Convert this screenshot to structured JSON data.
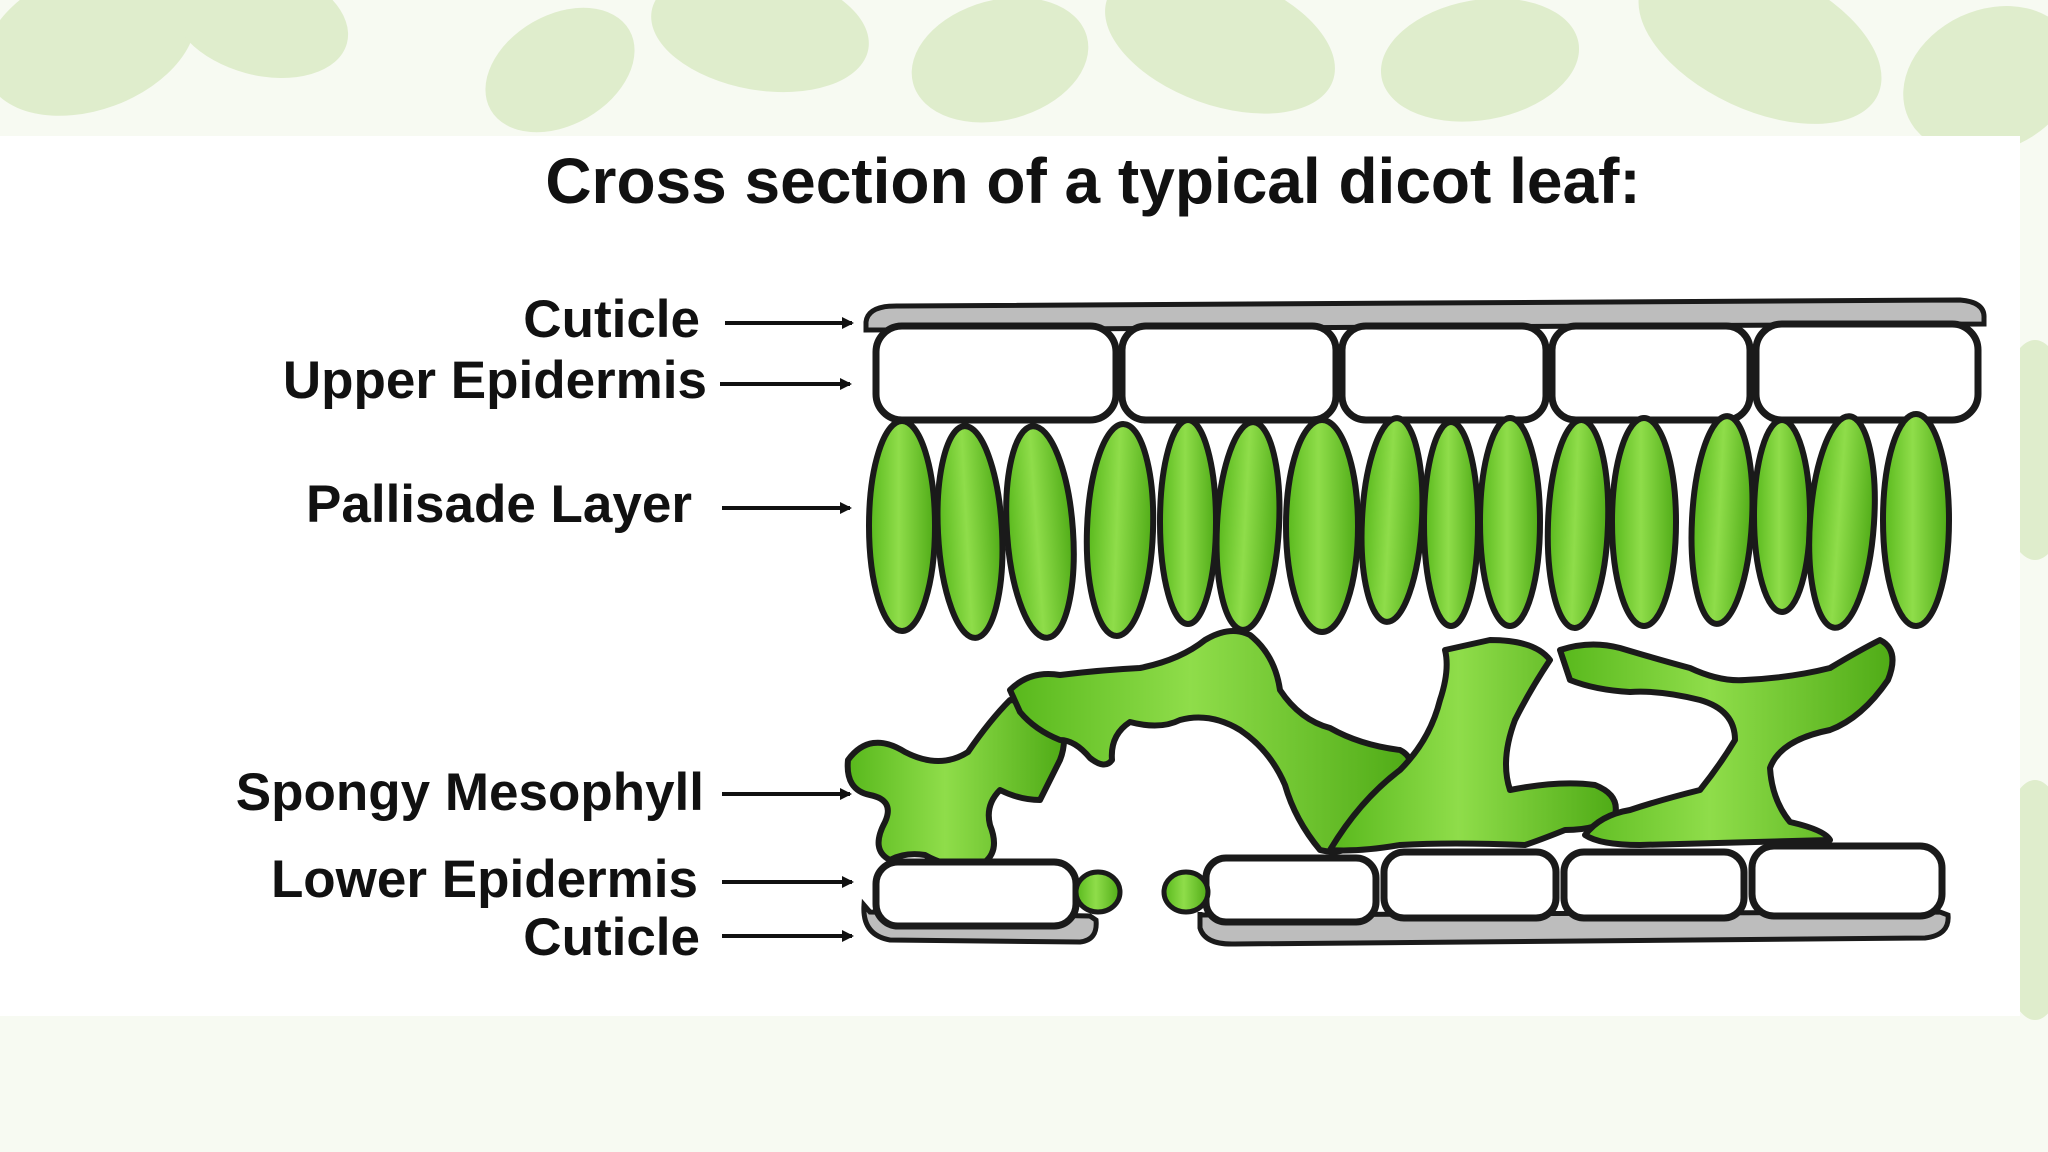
{
  "title": "Cross section of a typical dicot leaf:",
  "labels": {
    "cuticle_top": "Cuticle",
    "upper_epidermis": "Upper Epidermis",
    "palisade": "Pallisade Layer",
    "spongy": "Spongy Mesophyll",
    "lower_epidermis": "Lower Epidermis",
    "cuticle_bottom": "Cuticle"
  },
  "colors": {
    "leaf_green": "#72cc2c",
    "leaf_dark": "#3a8f12",
    "outline": "#1a1a1a",
    "epidermis_fill": "#ffffff",
    "cuticle_gray": "#b9b9b9",
    "background_leaves": "#d6e8c0"
  }
}
